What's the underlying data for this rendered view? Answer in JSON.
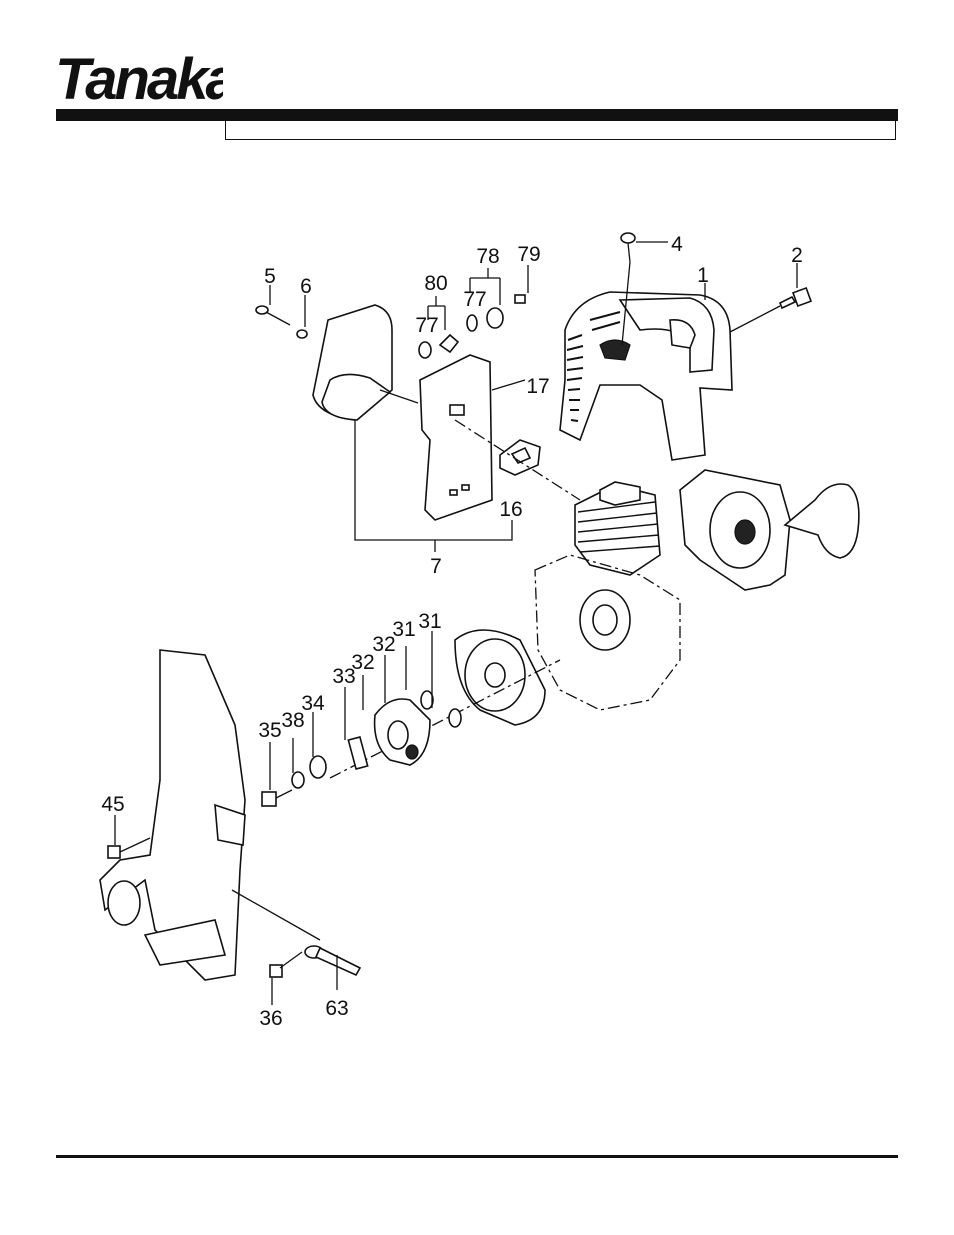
{
  "brand": {
    "name": "Tanaka",
    "registered_mark": "®"
  },
  "header": {
    "title": ""
  },
  "callouts": [
    {
      "id": "c1",
      "text": "1"
    },
    {
      "id": "c2",
      "text": "2"
    },
    {
      "id": "c4",
      "text": "4"
    },
    {
      "id": "c5",
      "text": "5"
    },
    {
      "id": "c6",
      "text": "6"
    },
    {
      "id": "c7",
      "text": "7"
    },
    {
      "id": "c16",
      "text": "16"
    },
    {
      "id": "c17",
      "text": "17"
    },
    {
      "id": "c31a",
      "text": "31"
    },
    {
      "id": "c31b",
      "text": "31"
    },
    {
      "id": "c32a",
      "text": "32"
    },
    {
      "id": "c32b",
      "text": "32"
    },
    {
      "id": "c33",
      "text": "33"
    },
    {
      "id": "c34",
      "text": "34"
    },
    {
      "id": "c35",
      "text": "35"
    },
    {
      "id": "c36",
      "text": "36"
    },
    {
      "id": "c38",
      "text": "38"
    },
    {
      "id": "c45",
      "text": "45"
    },
    {
      "id": "c63",
      "text": "63"
    },
    {
      "id": "c77a",
      "text": "77"
    },
    {
      "id": "c77b",
      "text": "77"
    },
    {
      "id": "c78",
      "text": "78"
    },
    {
      "id": "c79",
      "text": "79"
    },
    {
      "id": "c80",
      "text": "80"
    }
  ]
}
